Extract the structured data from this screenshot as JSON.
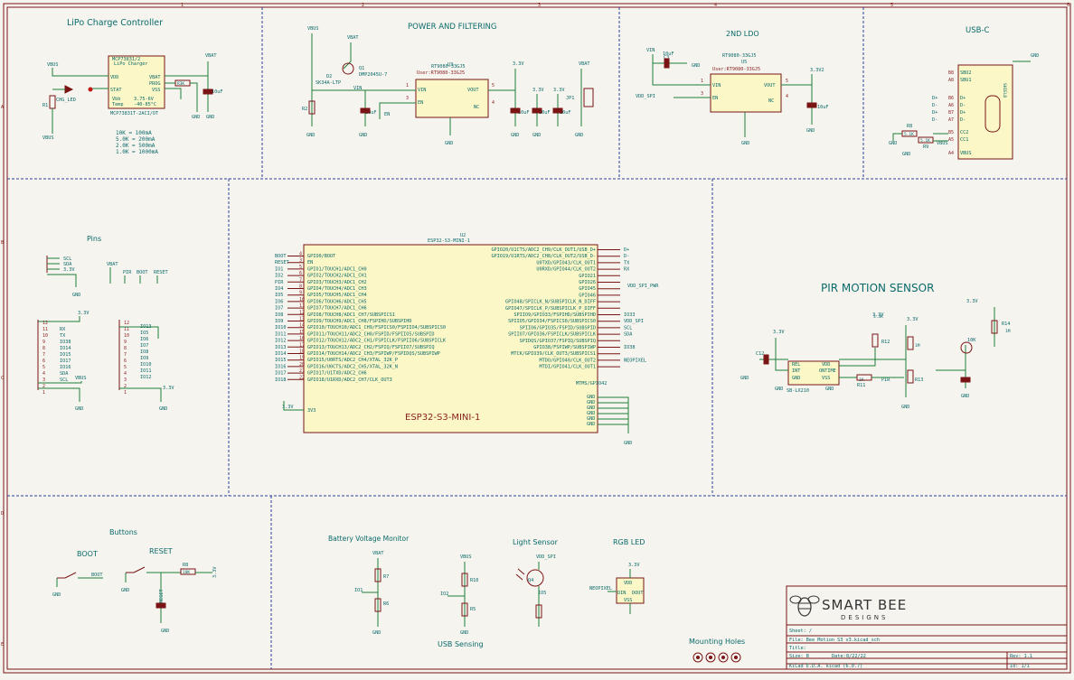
{
  "sections": {
    "lipo": "LiPo Charge Controller",
    "power": "POWER AND FILTERING",
    "ldo2": "2ND LDO",
    "usbc": "USB-C",
    "pins": "Pins",
    "pir": "PIR MOTION SENSOR",
    "buttons": "Buttons",
    "battery": "Battery Voltage Monitor",
    "light": "Light Sensor",
    "rgb": "RGB LED",
    "usb_sensing": "USB Sensing",
    "mounting": "Mounting Holes"
  },
  "lipo": {
    "chip_ref": "MCP73831/2",
    "chip_sub": "LiPo Charger",
    "chip_part": "MCP73831T-2ACI/OT",
    "pins": [
      "VDD",
      "STAT",
      "VBAT",
      "PROG",
      "VSS"
    ],
    "vbb": "Vbb",
    "vbb_val": "3.75-6V",
    "temp": "Temp",
    "temp_val": "-40-85°C",
    "nets": [
      "VBUS",
      "VBAT",
      "VBUS",
      "GND",
      "GND",
      "GND"
    ],
    "led": "CHG_LED",
    "r_ref": "R1",
    "r_prog": "R3K",
    "cap": "10uF",
    "table": [
      "10K  = 100mA",
      "5.0K = 200mA",
      "2.0K = 500mA",
      "1.0K = 1000mA"
    ]
  },
  "power": {
    "nets": [
      "VBUS",
      "VBAT",
      "3.3V",
      "3.3V",
      "3.3V",
      "VBAT",
      "GND",
      "GND",
      "GND",
      "GND",
      "GND",
      "GND"
    ],
    "q_ref": "Q1",
    "q_part": "DMP2045U-7",
    "d_ref": "D2",
    "d_part": "SK34A-LTP",
    "vin": "VIN",
    "reg_part": "RT9080-33GJ5",
    "reg_ref": "U3",
    "reg_user": "User:RT9080-33GJ5",
    "reg_pins": [
      "VIN",
      "EN",
      "VOUT",
      "NC"
    ],
    "reg_pin_nums": [
      "1",
      "3",
      "5",
      "4"
    ],
    "en": "EN",
    "res_ref": "R2",
    "cap_vals": [
      "10uF",
      "10uF",
      "10uF",
      "10uF"
    ],
    "jp": "JP1"
  },
  "ldo2": {
    "cap_ref": "C3",
    "cap_val": "10uF",
    "gnd": "GND",
    "vin_net": "VIN",
    "vdd_spi": "VDD_SPI",
    "part": "RT9080-33GJ5",
    "ref": "U5",
    "user": "User:RT9080-33GJ5",
    "pins": [
      "VIN",
      "EN",
      "VOUT",
      "NC"
    ],
    "pin_nums": [
      "1",
      "3",
      "5",
      "4"
    ],
    "out_net": "3.3V2",
    "out_cap": "10uF",
    "gnds": [
      "GND",
      "GND"
    ]
  },
  "usbc": {
    "gnd": "GND",
    "pins_left": [
      "SBU2",
      "SBU1",
      "D+",
      "D-",
      "D+",
      "D-",
      "CC2",
      "CC1",
      "VBUS"
    ],
    "pin_nums": [
      "B8",
      "A8",
      "B6",
      "A6",
      "B7",
      "A7",
      "B5",
      "A5",
      "A4"
    ],
    "shield": "SHIELD",
    "r_vals": [
      "5.1K",
      "5.1K"
    ],
    "r_refs": [
      "R8",
      "R9"
    ],
    "nets": [
      "D+",
      "D-",
      "D+",
      "D-",
      "VBUS",
      "GND",
      "GND"
    ]
  },
  "pins": {
    "header1": [
      "SCL",
      "SDA",
      "3.3V"
    ],
    "labels_mid": [
      "VBAT",
      "PIR",
      "BOOT",
      "RESET"
    ],
    "header_left": [
      "RX",
      "TX",
      "IO38",
      "IO14",
      "IO15",
      "IO17",
      "IO16",
      "SDA",
      "SCL"
    ],
    "header_left_nums": [
      "12",
      "11",
      "10",
      "9",
      "8",
      "7",
      "6",
      "5",
      "4",
      "3",
      "2",
      "1"
    ],
    "header_right": [
      "IO13",
      "IO5",
      "IO6",
      "IO7",
      "IO8",
      "IO9",
      "IO10",
      "IO11",
      "IO12"
    ],
    "header_right_nums": [
      "12",
      "11",
      "10",
      "9",
      "8",
      "7",
      "6",
      "5",
      "4",
      "3",
      "2",
      "1"
    ],
    "nets": [
      "GND",
      "GND",
      "GND",
      "3.3V",
      "VBUS",
      "3.3V"
    ]
  },
  "esp": {
    "ref": "U2",
    "part_top": "ESP32-S3-MINI-1",
    "name": "ESP32-S3-MINI-1",
    "left_pins": [
      "GPIO0/BOOT",
      "EN",
      "GPIO1/TOUCH1/ADC1_CH0",
      "GPIO2/TOUCH2/ADC1_CH1",
      "GPIO3/TOUCH3/ADC1_CH2",
      "GPIO4/TOUCH4/ADC1_CH3",
      "GPIO5/TOUCH5/ADC1_CH4",
      "GPIO6/TOUCH6/ADC1_CH5",
      "GPIO7/TOUCH7/ADC1_CH6",
      "GPIO8/TOUCH8/ADC1_CH7/SUBSPICS1",
      "GPIO9/TOUCH9/ADC1_CH8/FSPIHD/SUBSPIHD",
      "GPIO10/TOUCH10/ADC1_CH9/FSPICS0/FSPIIO4/SUBSPICS0",
      "GPIO11/TOUCH11/ADC2_CH0/FSPID/FSPIIO5/SUBSPID",
      "GPIO12/TOUCH12/ADC2_CH1/FSPICLK/FSPIIO6/SUBSPICLK",
      "GPIO13/TOUCH13/ADC2_CH2/FSPIQ/FSPIIO7/SUBSPIQ",
      "GPIO14/TOUCH14/ADC2_CH3/FSPIWP/FSPIDQS/SUBSPIWP",
      "GPIO15/U0RTS/ADC2_CH4/XTAL_32K_P",
      "GPIO16/U0CTS/ADC2_CH5/XTAL_32K_N",
      "GPIO17/U1TXD/ADC2_CH6",
      "GPIO18/U1RXD/ADC2_CH7/CLK_OUT3"
    ],
    "left_nets": [
      "BOOT",
      "RESET",
      "IO1",
      "IO2",
      "PIR",
      "IO4",
      "IO5",
      "IO6",
      "IO7",
      "IO8",
      "IO9",
      "IO10",
      "IO11",
      "IO12",
      "IO13",
      "IO14",
      "IO15",
      "IO16",
      "IO17",
      "IO18"
    ],
    "left_nums": [
      "4",
      "3",
      "5",
      "6",
      "7",
      "8",
      "9",
      "10",
      "11",
      "12",
      "13",
      "14",
      "15",
      "16",
      "17",
      "18",
      "19",
      "20",
      "21",
      "22"
    ],
    "right_pins": [
      "GPIO20/U1CTS/ADC2_CH9/CLK_OUT1/USB_D+",
      "GPIO19/U1RTS/ADC2_CH8/CLK_OUT2/USB_D-",
      "U0TXD/GPIO43/CLK_OUT1",
      "U0RXD/GPIO44/CLK_OUT2",
      "GPIO21",
      "GPIO26",
      "GPIO45",
      "GPIO46",
      "GPIO48/SPICLK_N/SUBSPICLK_N_DIFF",
      "GPIO47/SPICLK_P/SUBSPICLK_P_DIFF",
      "SPIIO9/GPIO33/FSPIHD/SUBSPIHD",
      "SPIIO5/GPIO34/FSPICS0/SUBSPICS0",
      "SPIIO6/GPIO35/FSPID/SUBSPID",
      "SPIIO7/GPIO36/FSPICLK/SUBSPICLK",
      "SPIDQS/GPIO37/FSPIQ/SUBSPIQ",
      "GPIO38/FSPIWP/SUBSPIWP",
      "MTCK/GPIO39/CLK_OUT3/SUBSPICS1",
      "MTDO/GPIO40/CLK_OUT2",
      "MTDI/GPIO41/CLK_OUT1",
      "MTMS/GPIO42"
    ],
    "right_nets": [
      "D+",
      "D-",
      "TX",
      "RX",
      "",
      "",
      "",
      "",
      "",
      "",
      "IO33",
      "VDD_SPI",
      "SCL",
      "SDA",
      "",
      "IO38",
      "",
      "NEOPIXEL",
      "",
      ""
    ],
    "vdd_spi_pwr": "VDD_SPI_PWR",
    "threev": "3V3",
    "v33": "3.3V",
    "gnd": "GND"
  },
  "pir": {
    "nets": [
      "3.3V",
      "3.3V",
      "3.3V",
      "3.3V",
      "GND",
      "GND",
      "GND",
      "GND",
      "GND",
      "PIR"
    ],
    "ic_pins": [
      "REL",
      "INT",
      "GND",
      "ONTIME",
      "VDD",
      "VSS"
    ],
    "ic_part": "SB-LX210",
    "cap_ref": "C12",
    "r_vals": [
      "3.3K",
      "1K",
      "1M",
      "1M"
    ],
    "r_refs": [
      "R12",
      "R11",
      "R13",
      "R14"
    ],
    "pot": "10K"
  },
  "buttons": {
    "boot": "BOOT",
    "reset": "RESET",
    "r_ref": "R8",
    "r_val": "10K",
    "nets": [
      "GND",
      "GND",
      "GND",
      "3.3V",
      "BOOT",
      "RESET"
    ]
  },
  "battery": {
    "nets": [
      "VBAT",
      "IO1",
      "GND"
    ],
    "r_refs": [
      "R7",
      "R6"
    ]
  },
  "usb_sense": {
    "nets": [
      "VBUS",
      "IO2",
      "GND"
    ],
    "r_refs": [
      "R10",
      "R5"
    ]
  },
  "light": {
    "net": "VDD_SPI",
    "ref": "IO5",
    "q": "Q4"
  },
  "rgb": {
    "net": "3.3V",
    "din": "DIN",
    "dout": "DOUT",
    "vdd": "VDD",
    "vss": "VSS",
    "neo": "NEOPIXEL"
  },
  "title_block": {
    "logo_main": "SMART BEE",
    "logo_sub": "DESIGNS",
    "sheet": "Sheet: /",
    "file": "File: Bee Motion S3 v3.kicad_sch",
    "title": "Title:",
    "size": "Size: B",
    "date": "Date:",
    "date_val": "8/22/22",
    "rev": "Rev: 1.1",
    "tool": "KiCad E.D.A.  kicad (6.0.7)",
    "id": "Id: 1/1"
  },
  "frame_letters": {
    "cols": [
      "1",
      "2",
      "3",
      "4",
      "5",
      "6"
    ],
    "rows": [
      "A",
      "B",
      "C",
      "D",
      "E"
    ]
  }
}
